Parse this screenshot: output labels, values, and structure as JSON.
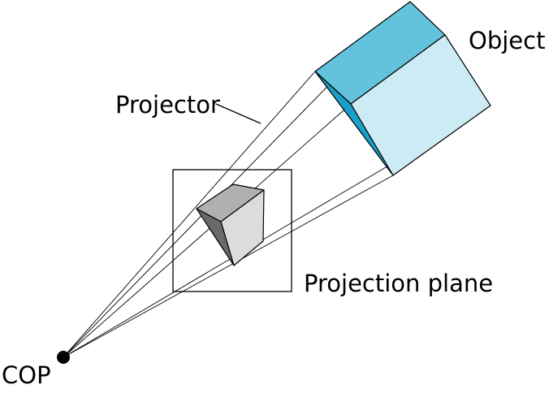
{
  "labels": {
    "object": "Object",
    "projector": "Projector",
    "projection_plane": "Projection plane",
    "cop": "COP"
  },
  "colors": {
    "object_top": "#63c3dc",
    "object_front": "#cdebf4",
    "object_left": "#1a9fc9",
    "image_top": "#b0b0b0",
    "image_front": "#dcdcdc",
    "image_left": "#6a6a6a",
    "line": "#000000",
    "background": "#ffffff"
  }
}
